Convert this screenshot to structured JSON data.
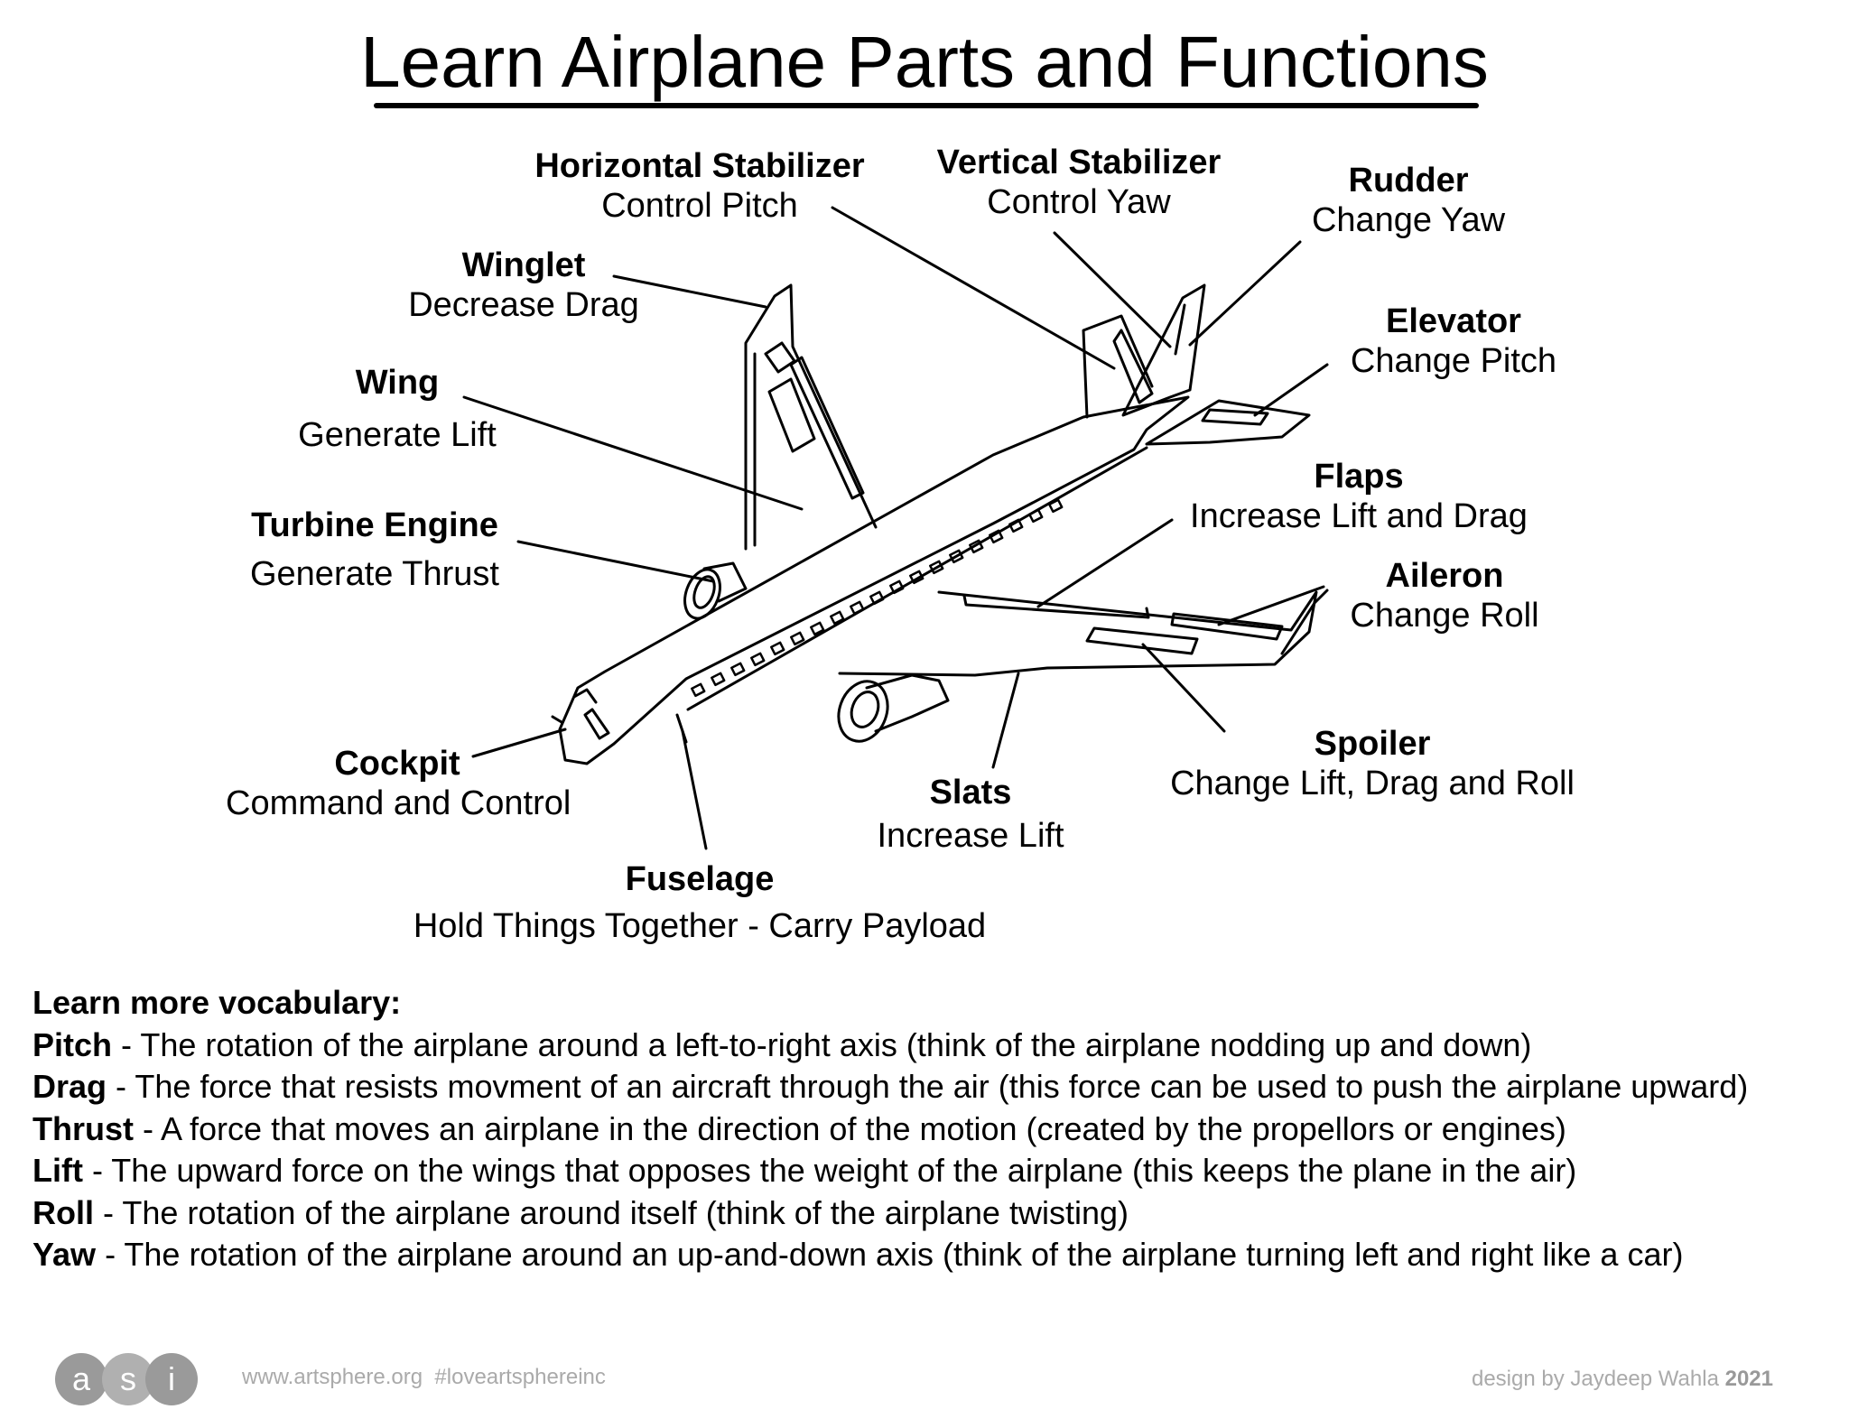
{
  "title": "Learn Airplane Parts and Functions",
  "parts": [
    {
      "name": "Horizontal Stabilizer",
      "function": "Control Pitch"
    },
    {
      "name": "Vertical Stabilizer",
      "function": "Control Yaw"
    },
    {
      "name": "Rudder",
      "function": "Change Yaw"
    },
    {
      "name": "Winglet",
      "function": "Decrease Drag"
    },
    {
      "name": "Elevator",
      "function": "Change Pitch"
    },
    {
      "name": "Wing",
      "function": "Generate Lift"
    },
    {
      "name": "Flaps",
      "function": "Increase Lift and Drag"
    },
    {
      "name": "Turbine Engine",
      "function": "Generate Thrust"
    },
    {
      "name": "Aileron",
      "function": "Change Roll"
    },
    {
      "name": "Spoiler",
      "function": "Change Lift, Drag and Roll"
    },
    {
      "name": "Cockpit",
      "function": "Command and Control"
    },
    {
      "name": "Slats",
      "function": "Increase Lift"
    },
    {
      "name": "Fuselage",
      "function": "Hold Things Together - Carry Payload"
    }
  ],
  "vocabulary": {
    "heading": "Learn more vocabulary:",
    "items": [
      {
        "term": "Pitch",
        "definition": " - The rotation of the airplane around a left-to-right axis (think of the airplane nodding up and down)"
      },
      {
        "term": "Drag",
        "definition": " - The force that resists movment of an aircraft through the air (this force can be used to push the airplane upward)"
      },
      {
        "term": "Thrust",
        "definition": " - A force that moves an airplane in the direction of the motion (created by the propellors or engines)"
      },
      {
        "term": "Lift",
        "definition": " - The upward force on the wings that opposes the weight of the airplane (this keeps the plane in the air)"
      },
      {
        "term": "Roll",
        "definition": " - The rotation of the airplane around itself (think of the airplane twisting)"
      },
      {
        "term": "Yaw",
        "definition": " - The rotation of the airplane around an up-and-down axis (think of the airplane turning left and right like a car)"
      }
    ]
  },
  "footer": {
    "logo_letters": [
      "a",
      "s",
      "i"
    ],
    "website": "www.artsphere.org  #loveartsphereinc",
    "credit": "design by Jaydeep Wahla",
    "year": "2021"
  }
}
